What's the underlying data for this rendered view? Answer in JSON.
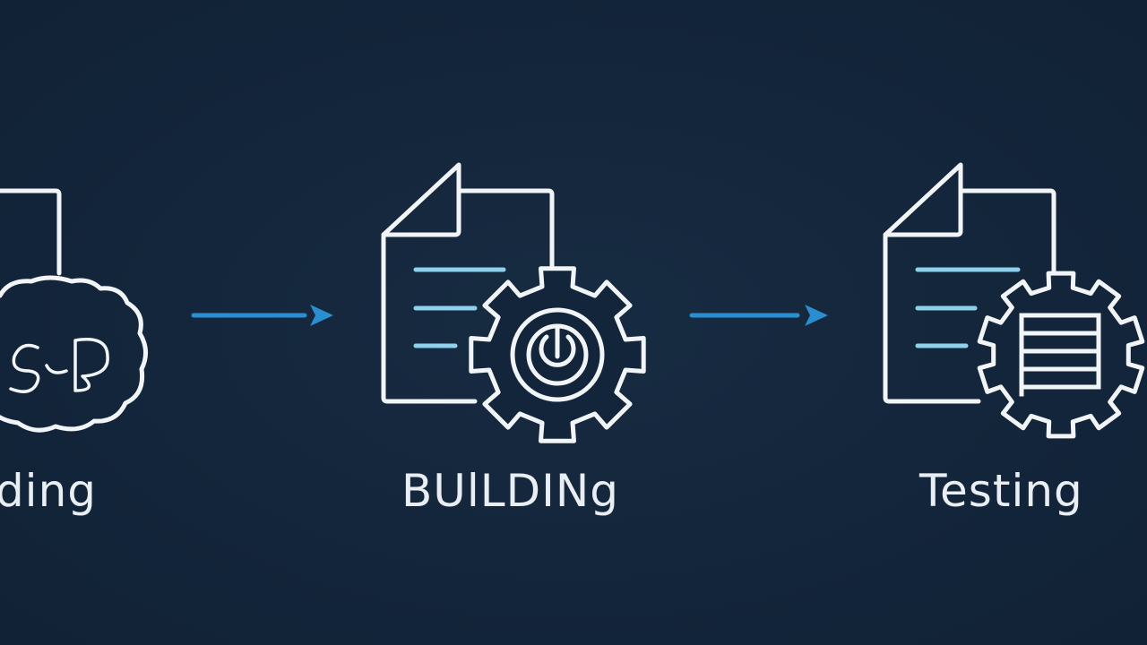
{
  "colors": {
    "background": "#13253a",
    "outline": "#f2f5f7",
    "doc_lines": "#8fd0ec",
    "arrow": "#2a8fd0"
  },
  "stages": [
    {
      "label": "ding",
      "icon": "document-with-cloud-code-icon"
    },
    {
      "label": "BUlLDINg",
      "icon": "document-with-gear-icon"
    },
    {
      "label": "Testing",
      "icon": "document-with-checklist-gear-icon"
    }
  ],
  "connectors": [
    {
      "from": 0,
      "to": 1,
      "icon": "arrow-right-icon"
    },
    {
      "from": 1,
      "to": 2,
      "icon": "arrow-right-icon"
    }
  ]
}
